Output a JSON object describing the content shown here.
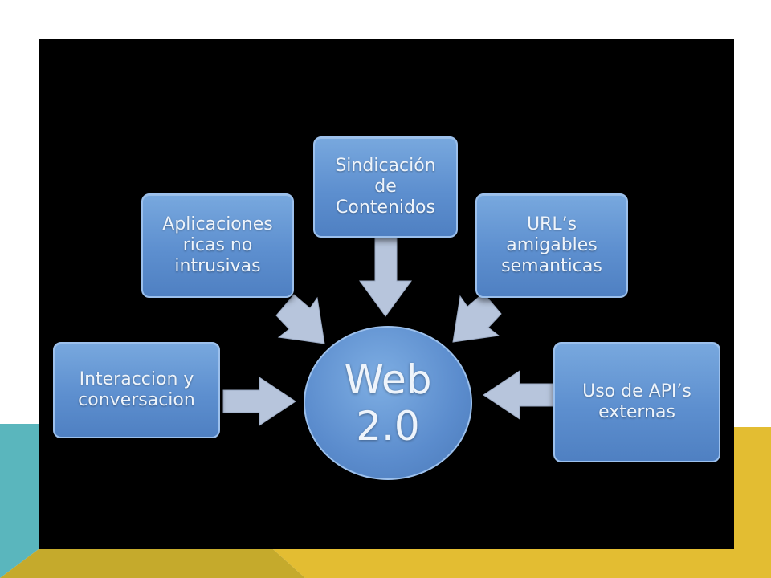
{
  "diagram": {
    "center": {
      "label": "Web\n2.0"
    },
    "nodes": [
      {
        "id": "interaccion",
        "label": "Interaccion y\nconversacion"
      },
      {
        "id": "aplicaciones",
        "label": "Aplicaciones\nricas no\nintrusivas"
      },
      {
        "id": "sindicacion",
        "label": "Sindicación\nde\nContenidos"
      },
      {
        "id": "urls",
        "label": "URL’s\namigables\nsemanticas"
      },
      {
        "id": "apis",
        "label": "Uso de API’s\nexternas"
      }
    ]
  },
  "colors": {
    "background": "#000000",
    "node_fill": "#5d8fcf",
    "node_border": "#9cc0ec",
    "arrow_fill": "#b7c5dc",
    "decor_teal": "#5ab6bd",
    "decor_yellow": "#e3bd32",
    "decor_olive": "#c5aa2c"
  }
}
